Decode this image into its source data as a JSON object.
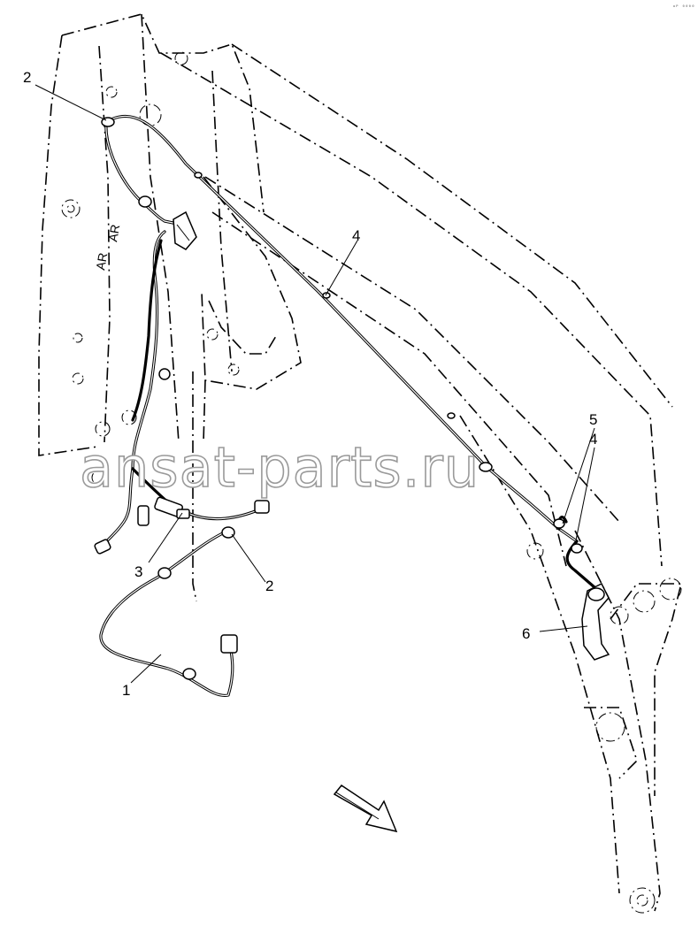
{
  "labels": {
    "item_1": "1",
    "item_2_top": "2",
    "item_2_bottom": "2",
    "item_3": "3",
    "item_4_top": "4",
    "item_4_right": "4",
    "item_5": "5",
    "item_6": "6"
  },
  "watermark": "ansat-parts.ru",
  "corner_mark": "ᵃᴾ ⁰⁰⁰⁰"
}
